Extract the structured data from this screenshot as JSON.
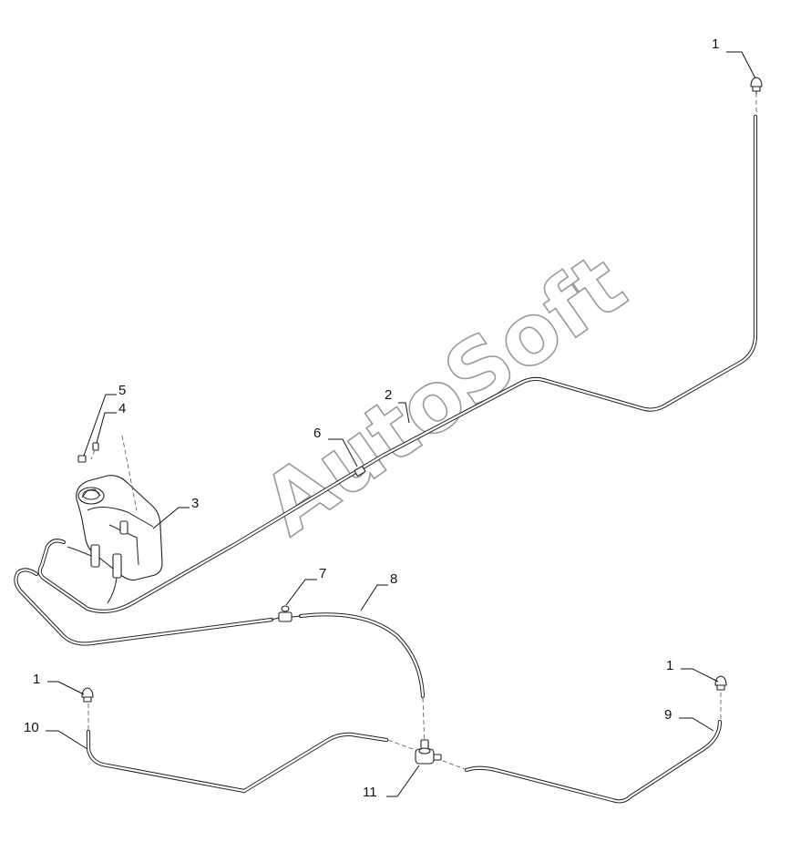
{
  "watermark": "AutoSoft",
  "callouts": [
    {
      "key": "c1a",
      "label": "1"
    },
    {
      "key": "c2",
      "label": "2"
    },
    {
      "key": "c3",
      "label": "3"
    },
    {
      "key": "c4",
      "label": "4"
    },
    {
      "key": "c5",
      "label": "5"
    },
    {
      "key": "c6",
      "label": "6"
    },
    {
      "key": "c7",
      "label": "7"
    },
    {
      "key": "c8",
      "label": "8"
    },
    {
      "key": "c1b",
      "label": "1"
    },
    {
      "key": "c1c",
      "label": "1"
    },
    {
      "key": "c9",
      "label": "9"
    },
    {
      "key": "c10",
      "label": "10"
    },
    {
      "key": "c11",
      "label": "11"
    }
  ]
}
